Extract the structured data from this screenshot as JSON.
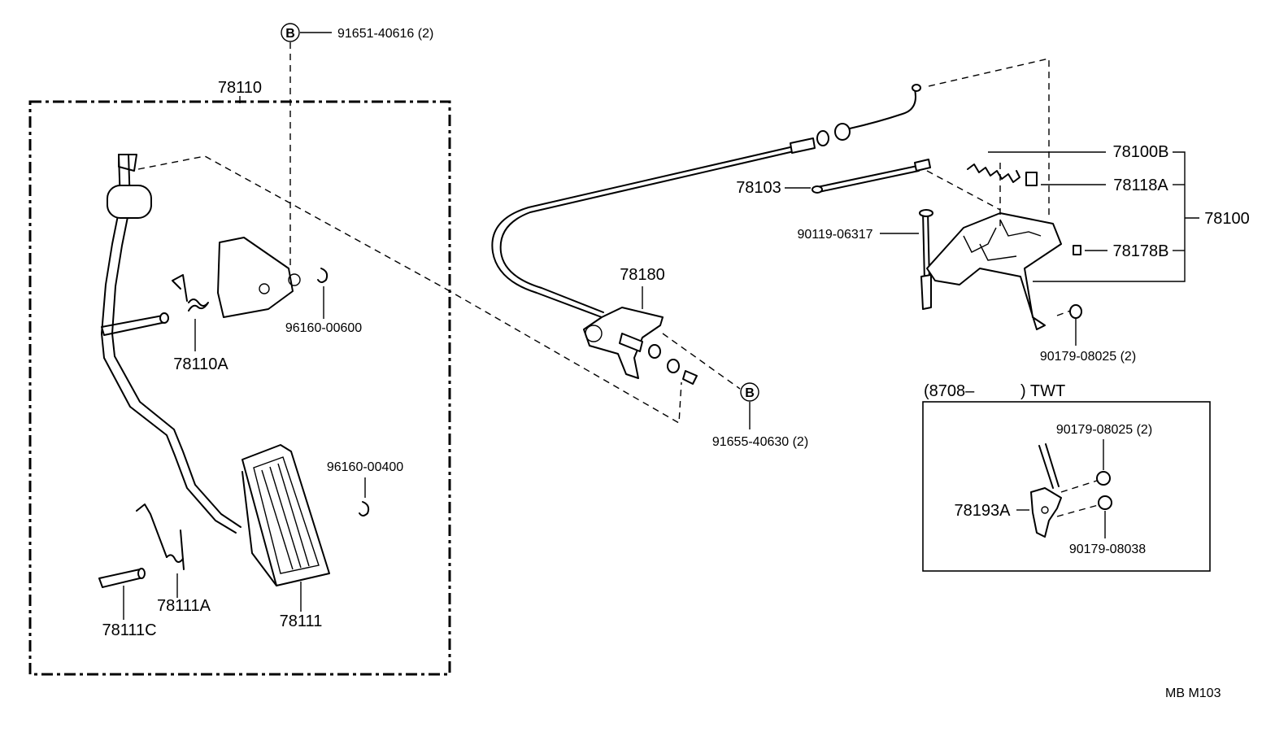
{
  "labels": {
    "assy_78110": "78110",
    "bolt_b_top": "91651-40616 (2)",
    "callout_b": "B",
    "spring_78110A": "78110A",
    "clip_96160_00600": "96160-00600",
    "clip_96160_00400": "96160-00400",
    "spring_78111A": "78111A",
    "pin_78111C": "78111C",
    "pad_78111": "78111",
    "bracket_78180": "78180",
    "bolt_b_bottom": "91655-40630 (2)",
    "rod_78103": "78103",
    "bolt_90119_06317": "90119-06317",
    "spring_78100B": "78100B",
    "cushion_78118A": "78118A",
    "assy_78100": "78100",
    "stopper_78178B": "78178B",
    "nut_90179_08025_main": "90179-08025 (2)",
    "inset_prefix": "(8708–",
    "inset_suffix": ") TWT",
    "inset_nut_08025": "90179-08025 (2)",
    "inset_bracket_78193A": "78193A",
    "inset_nut_08038": "90179-08038",
    "page_code": "MB  M103"
  }
}
